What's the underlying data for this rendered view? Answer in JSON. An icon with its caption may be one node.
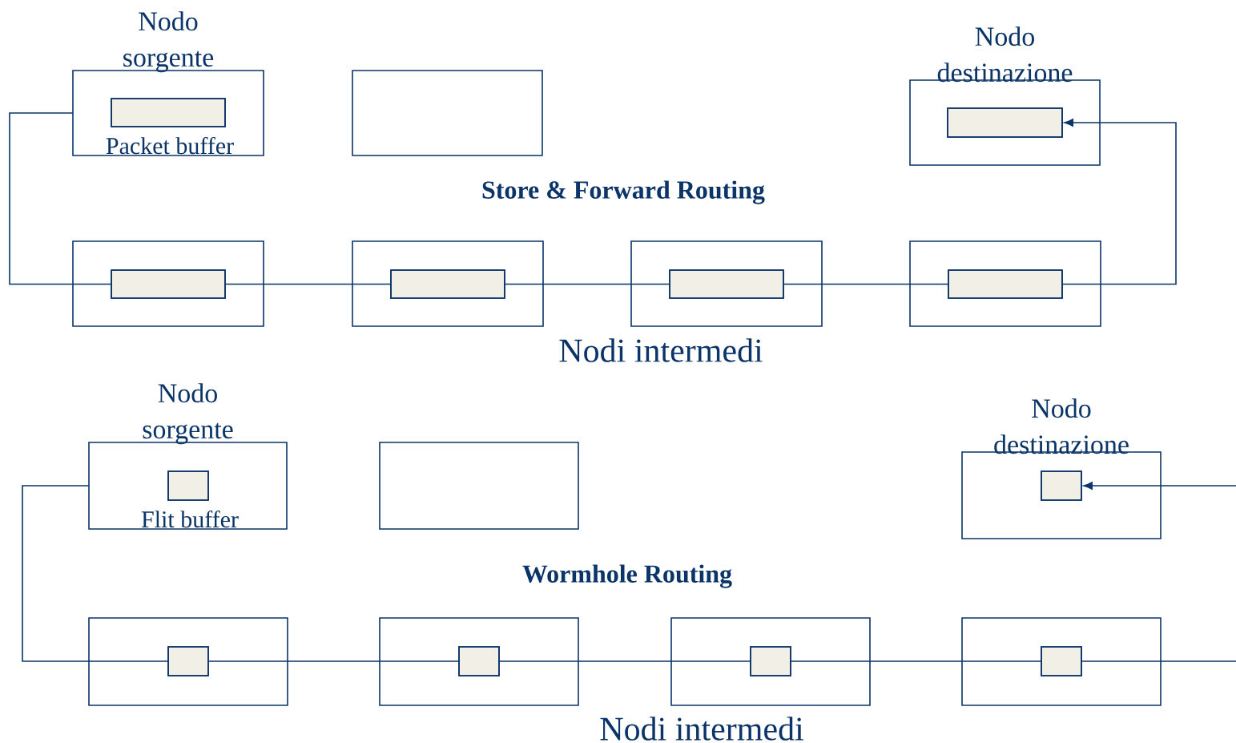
{
  "diagram": {
    "nodes": [
      {
        "text": [
          "Nodo sorgente"
        ]
      },
      {
        "text": [],
        "shape": "box",
        "in": 0,
        "beside": [
          "Packet buffer"
        ]
      },
      {
        "text": [],
        "shape": "box"
      },
      {
        "text": [
          "Nodo destinazione"
        ]
      },
      {
        "text": [],
        "shape": "box",
        "in": 3
      },
      {
        "text": [],
        "shape": "box"
      },
      {
        "text": [],
        "shape": "box",
        "in": 5
      },
      {
        "text": [],
        "shape": "box"
      },
      {
        "text": [],
        "shape": "box",
        "in": 7
      },
      {
        "text": [],
        "shape": "box"
      },
      {
        "text": [],
        "shape": "box",
        "in": 9
      },
      {
        "text": [],
        "shape": "box"
      },
      {
        "text": [],
        "shape": "box",
        "in": 11
      },
      {
        "text": [
          "Nodo sorgente"
        ]
      },
      {
        "text": [],
        "shape": "box",
        "in": 13,
        "beside": [
          "Flit  buffer"
        ]
      },
      {
        "text": [],
        "shape": "box"
      },
      {
        "text": [
          "Nodo destinazione"
        ]
      },
      {
        "text": [],
        "shape": "box",
        "in": 16
      },
      {
        "text": [],
        "shape": "box"
      },
      {
        "text": [],
        "shape": "box",
        "in": 18
      },
      {
        "text": [],
        "shape": "box"
      },
      {
        "text": [],
        "shape": "box",
        "in": 20
      },
      {
        "text": [],
        "shape": "box"
      },
      {
        "text": [],
        "shape": "box",
        "in": 22
      },
      {
        "text": [],
        "shape": "box"
      },
      {
        "text": [],
        "shape": "box",
        "in": 24
      }
    ],
    "edges": [
      {
        "from": 0,
        "to": 6,
        "arrow": "none"
      },
      {
        "from": 6,
        "to": 8,
        "arrow": "none"
      },
      {
        "from": 8,
        "to": 10,
        "arrow": "none"
      },
      {
        "from": 10,
        "to": 12,
        "arrow": "none"
      },
      {
        "from": 12,
        "to": 4,
        "arrow": "to"
      },
      {
        "from": 13,
        "to": 19,
        "arrow": "none"
      },
      {
        "from": 19,
        "to": 21,
        "arrow": "none"
      },
      {
        "from": 21,
        "to": 23,
        "arrow": "none"
      },
      {
        "from": 23,
        "to": 25,
        "arrow": "none"
      },
      {
        "from": 25,
        "to": null,
        "arrow": "none"
      },
      {
        "from": null,
        "to": 17,
        "arrow": "to"
      }
    ],
    "labels": [
      "Store & Forward Routing",
      "Nodi intermedi",
      "Wormhole Routing",
      "Nodi intermedi"
    ]
  }
}
